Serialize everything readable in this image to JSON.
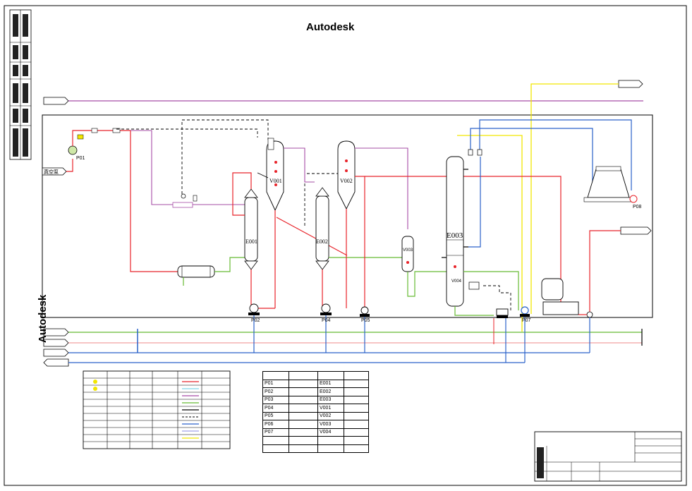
{
  "title": "Autodesk",
  "side_title": "Autodesk",
  "inlet_label": "真空泵",
  "pumps": [
    "P01",
    "P02",
    "P04",
    "P05",
    "P07",
    "P08"
  ],
  "vessels": [
    "E001",
    "V001",
    "V002",
    "E002",
    "E003",
    "V003",
    "V004"
  ],
  "equipment_table": {
    "rows": [
      [
        "P01",
        "",
        "E001",
        ""
      ],
      [
        "P02",
        "",
        "E002",
        ""
      ],
      [
        "P03",
        "",
        "E003",
        ""
      ],
      [
        "P04",
        "",
        "V001",
        ""
      ],
      [
        "P05",
        "",
        "V002",
        ""
      ],
      [
        "P06",
        "",
        "V003",
        ""
      ],
      [
        "P07",
        "",
        "V004",
        ""
      ]
    ]
  },
  "colors": {
    "steam": "#e8232a",
    "process": "#a64ca6",
    "cooling_water": "#2a62c9",
    "condensate": "#66bb33",
    "hot_water": "#f2e600",
    "dashed_signal": "#000000"
  }
}
